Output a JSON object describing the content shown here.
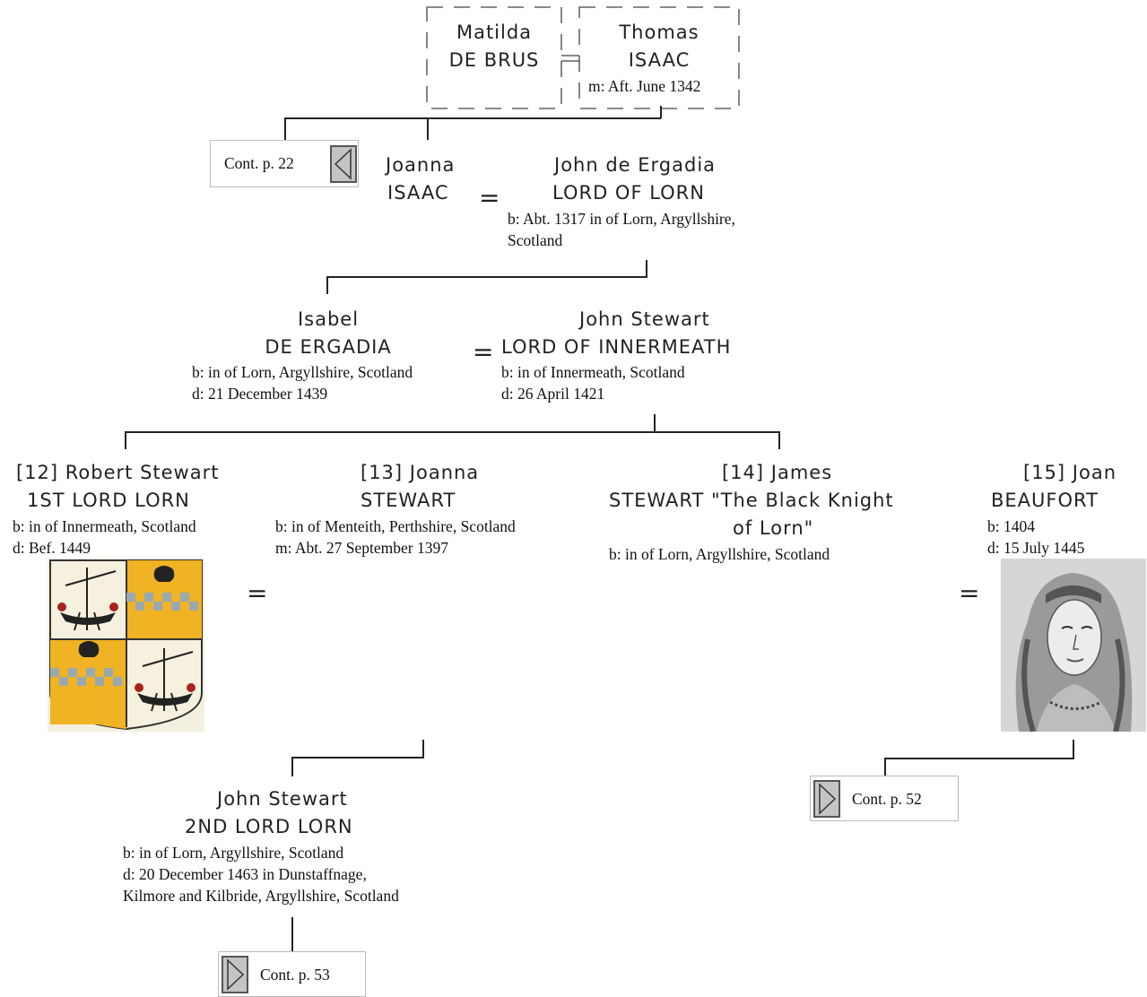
{
  "top_couple": {
    "wife": {
      "given": "Matilda",
      "surname": "DE BRUS"
    },
    "husband": {
      "given": "Thomas",
      "surname": "ISAAC",
      "marriage": "m: Aft. June 1342"
    }
  },
  "gen2": {
    "cont_left": "Cont. p. 22",
    "wife": {
      "given": "Joanna",
      "surname": "ISAAC"
    },
    "husband": {
      "given": "John de Ergadia",
      "surname": "LORD OF LORN",
      "birth": "b: Abt. 1317 in of Lorn, Argyllshire,",
      "birth2": "Scotland"
    }
  },
  "gen3": {
    "wife": {
      "given": "Isabel",
      "surname": "DE ERGADIA",
      "birth": "b: in of Lorn, Argyllshire, Scotland",
      "death": "d: 21 December 1439"
    },
    "husband": {
      "given": "John Stewart",
      "surname": "LORD OF INNERMEATH",
      "birth": "b: in of Innermeath, Scotland",
      "death": "d: 26 April 1421"
    }
  },
  "gen4": {
    "p12": {
      "given": "[12] Robert Stewart",
      "surname": "1ST LORD LORN",
      "birth": "b: in of Innermeath, Scotland",
      "death": "d: Bef. 1449",
      "image": "coat-of-arms"
    },
    "p13": {
      "given": "[13] Joanna",
      "surname": "STEWART",
      "birth": "b: in of Menteith, Perthshire, Scotland",
      "marriage": "m: Abt. 27 September 1397"
    },
    "p14": {
      "given": "[14] James",
      "surname": "STEWART \"The Black Knight",
      "surname2": "of Lorn\"",
      "birth": "b: in of Lorn, Argyllshire, Scotland"
    },
    "p15": {
      "given": "[15] Joan",
      "surname": "BEAUFORT",
      "birth": "b: 1404",
      "death": "d: 15 July 1445",
      "image": "portrait"
    }
  },
  "gen5": {
    "given": "John Stewart",
    "surname": "2ND LORD LORN",
    "birth": "b: in of Lorn, Argyllshire, Scotland",
    "death": "d: 20 December 1463 in Dunstaffnage,",
    "death2": "Kilmore and Kilbride, Argyllshire, Scotland"
  },
  "conts": {
    "right": "Cont. p. 52",
    "bottom": "Cont. p. 53"
  },
  "marriage_symbol": "="
}
